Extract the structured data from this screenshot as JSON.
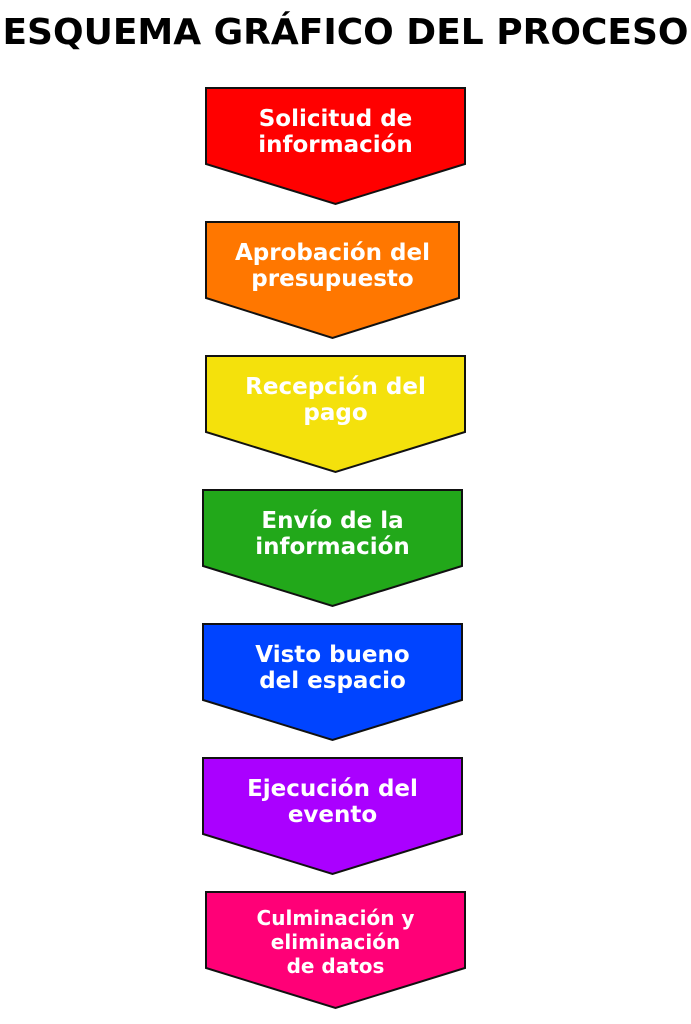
{
  "title": "ESQUEMA GRÁFICO DEL PROCESO",
  "steps": [
    {
      "label": "Solicitud de\ninformación",
      "color": "#ff0000"
    },
    {
      "label": "Aprobación del\npresupuesto",
      "color": "#ff7700"
    },
    {
      "label": "Recepción del\npago",
      "color": "#f4e10c"
    },
    {
      "label": "Envío de la\ninformación",
      "color": "#22a81a"
    },
    {
      "label": "Visto bueno\ndel espacio",
      "color": "#0044ff"
    },
    {
      "label": "Ejecución del\nevento",
      "color": "#aa00ff"
    },
    {
      "label": "Culminación y\neliminación\nde datos",
      "color": "#ff0077"
    }
  ]
}
